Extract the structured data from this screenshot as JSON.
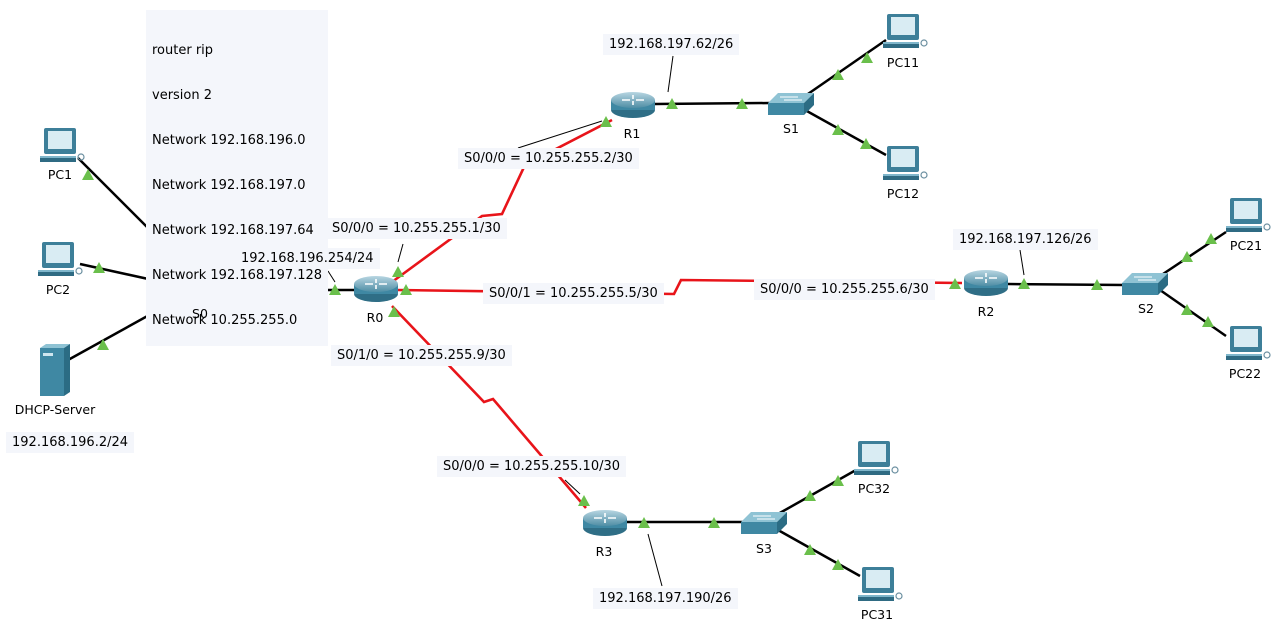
{
  "config_note": [
    "router rip",
    "version 2",
    "Network 192.168.196.0",
    "Network 192.168.197.0",
    "Network 192.168.197.64",
    "Network 192.168.197.128",
    "Network 10.255.255.0"
  ],
  "devices": {
    "pc1": "PC1",
    "pc2": "PC2",
    "server": "DHCP-Server",
    "s0": "S0",
    "r0": "R0",
    "r1": "R1",
    "s1": "S1",
    "pc11": "PC11",
    "pc12": "PC12",
    "r2": "R2",
    "s2": "S2",
    "pc21": "PC21",
    "pc22": "PC22",
    "r3": "R3",
    "s3": "S3",
    "pc31": "PC31",
    "pc32": "PC32"
  },
  "addresses": {
    "server_ip": "192.168.196.2/24",
    "r0_lan": "192.168.196.254/24",
    "r0_s000": "S0/0/0 = 10.255.255.1/30",
    "r0_s001": "S0/0/1 = 10.255.255.5/30",
    "r0_s010": "S0/1/0 = 10.255.255.9/30",
    "r1_s000": "S0/0/0 = 10.255.255.2/30",
    "r1_lan": "192.168.197.62/26",
    "r2_s000": "S0/0/0 = 10.255.255.6/30",
    "r2_lan": "192.168.197.126/26",
    "r3_s000": "S0/0/0 = 10.255.255.10/30",
    "r3_lan": "192.168.197.190/26"
  },
  "colors": {
    "serial_link": "#e8141a",
    "ethernet_link": "#000000",
    "link_up": "#6abf4b",
    "device": "#4a90a8"
  }
}
